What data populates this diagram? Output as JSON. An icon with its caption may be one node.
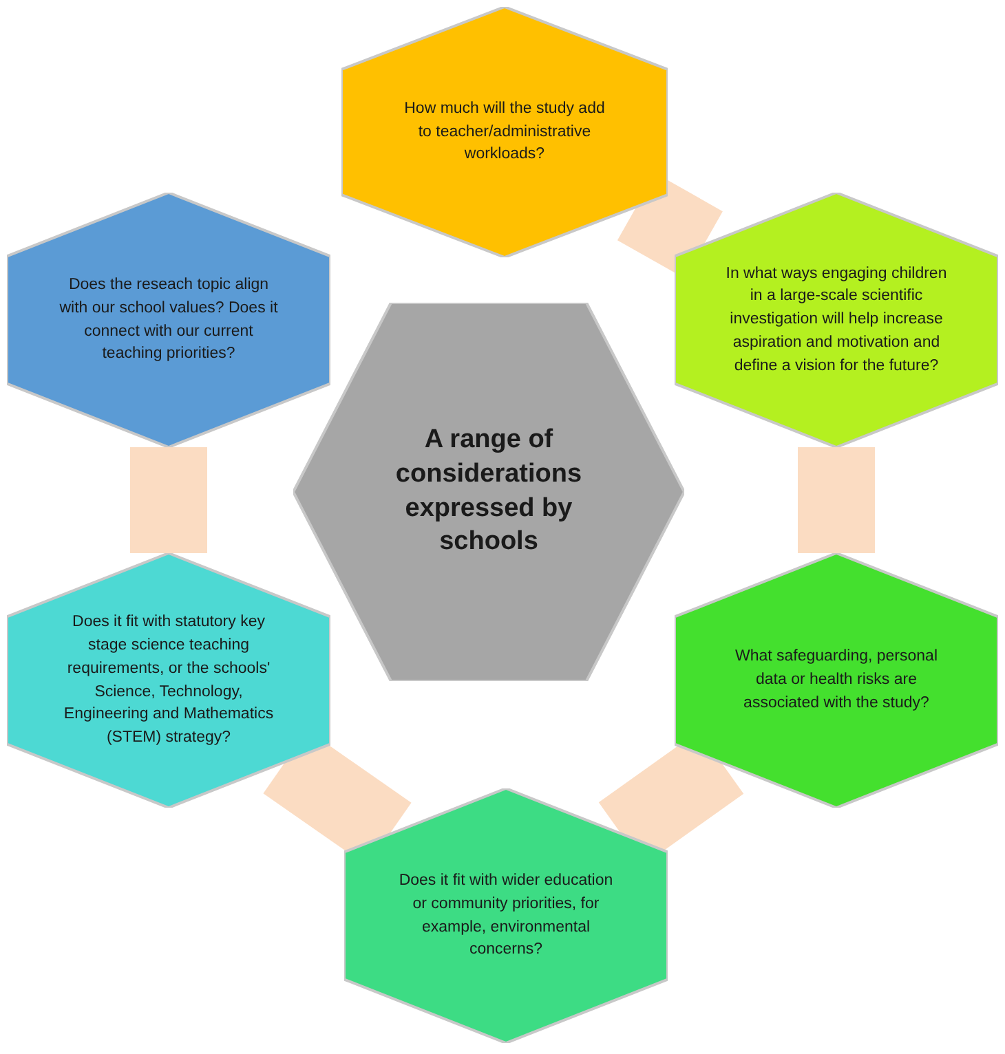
{
  "diagram": {
    "nodes": [
      {
        "text": [
          "How much will the study add to teacher/administrative workloads?"
        ]
      },
      {
        "text": [
          "Does the reseach topic align with our school values? Does it connect with our current teaching priorities?"
        ]
      },
      {
        "text": [
          "In what ways engaging children in a large-scale scientific investigation will help increase aspiration and motivation and define a vision for the future?"
        ]
      },
      {
        "text": [
          "A range of considerations expressed by schools"
        ]
      },
      {
        "text": [
          "What safeguarding, personal data or health risks are associated with the study?"
        ]
      },
      {
        "text": [
          "Does it fit with statutory key stage science teaching requirements, or the schools' Science, Technology, Engineering and Mathematics (STEM) strategy?"
        ]
      },
      {
        "text": [
          "Does it fit with wider education or community priorities, for example, environmental concerns?"
        ]
      }
    ],
    "edges": [
      {
        "from": 0,
        "to": 2,
        "arrow": "none"
      },
      {
        "from": 2,
        "to": 4,
        "arrow": "none"
      },
      {
        "from": 4,
        "to": 6,
        "arrow": "none"
      },
      {
        "from": 6,
        "to": 5,
        "arrow": "none"
      },
      {
        "from": 5,
        "to": 1,
        "arrow": "none"
      }
    ]
  }
}
